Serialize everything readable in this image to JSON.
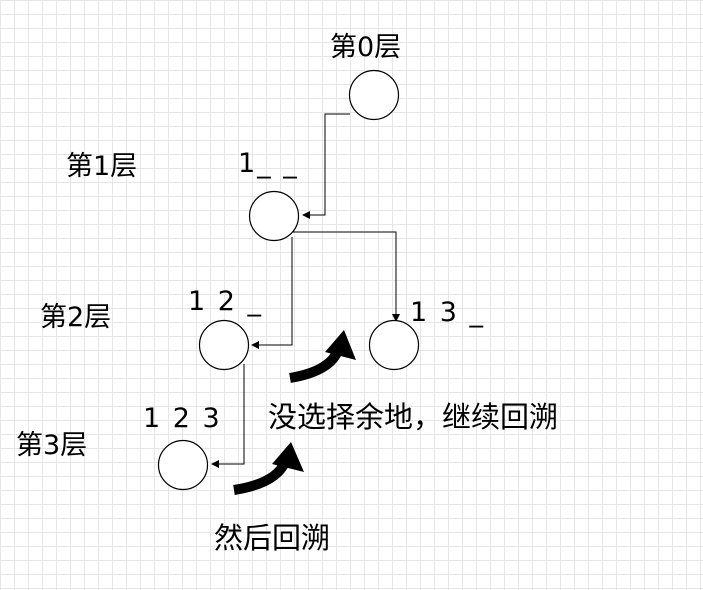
{
  "levels": [
    "第0层",
    "第1层",
    "第2层",
    "第3层"
  ],
  "node_labels": {
    "n1": "1_ _",
    "n12": "1 2 _",
    "n13": "1 3 _",
    "n123": "1 2 3"
  },
  "annotations": {
    "no_choice": "没选择余地，继续回溯",
    "then_backtrack": "然后回溯"
  }
}
